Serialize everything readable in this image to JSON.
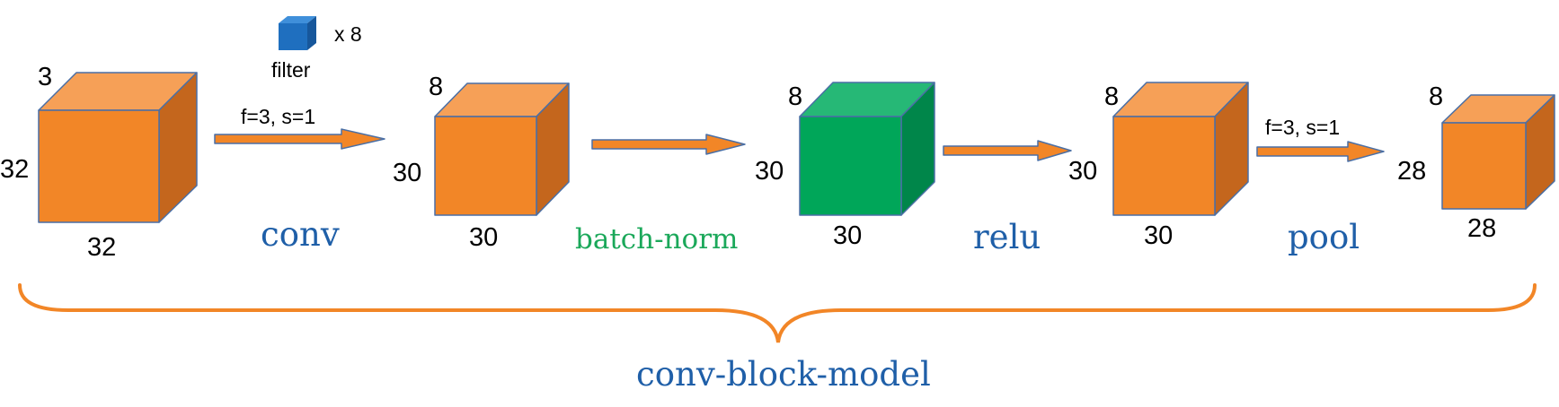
{
  "colors": {
    "orange_front": "#F28627",
    "orange_top": "#F6A057",
    "orange_side": "#C4661D",
    "green_front": "#00A659",
    "green_top": "#26B876",
    "green_side": "#00864A",
    "filter_front": "#1F6FBF",
    "filter_top": "#3F8FDA",
    "filter_side": "#17579B",
    "blue_text": "#1F5FA8",
    "green_text": "#1BA85A",
    "arrow": "#F28627",
    "brace": "#F28627"
  },
  "filter": {
    "label": "filter",
    "count": "x  8"
  },
  "blocks": [
    {
      "name": "input-volume",
      "depth": "3",
      "height": "32",
      "width": "32",
      "color": "orange"
    },
    {
      "name": "conv-output-volume",
      "depth": "8",
      "height": "30",
      "width": "30",
      "color": "orange"
    },
    {
      "name": "batch-norm-output-volume",
      "depth": "8",
      "height": "30",
      "width": "30",
      "color": "green"
    },
    {
      "name": "relu-output-volume",
      "depth": "8",
      "height": "30",
      "width": "30",
      "color": "orange"
    },
    {
      "name": "pool-output-volume",
      "depth": "8",
      "height": "28",
      "width": "28",
      "color": "orange"
    }
  ],
  "operations": [
    {
      "name": "conv",
      "label": "conv",
      "params": "f=3,   s=1",
      "color": "blue"
    },
    {
      "name": "batch-norm",
      "label": "batch-norm",
      "params": "",
      "color": "green"
    },
    {
      "name": "relu",
      "label": "relu",
      "params": "",
      "color": "blue"
    },
    {
      "name": "pool",
      "label": "pool",
      "params": "f=3,   s=1",
      "color": "blue"
    }
  ],
  "group": {
    "label": "conv-block-model"
  }
}
